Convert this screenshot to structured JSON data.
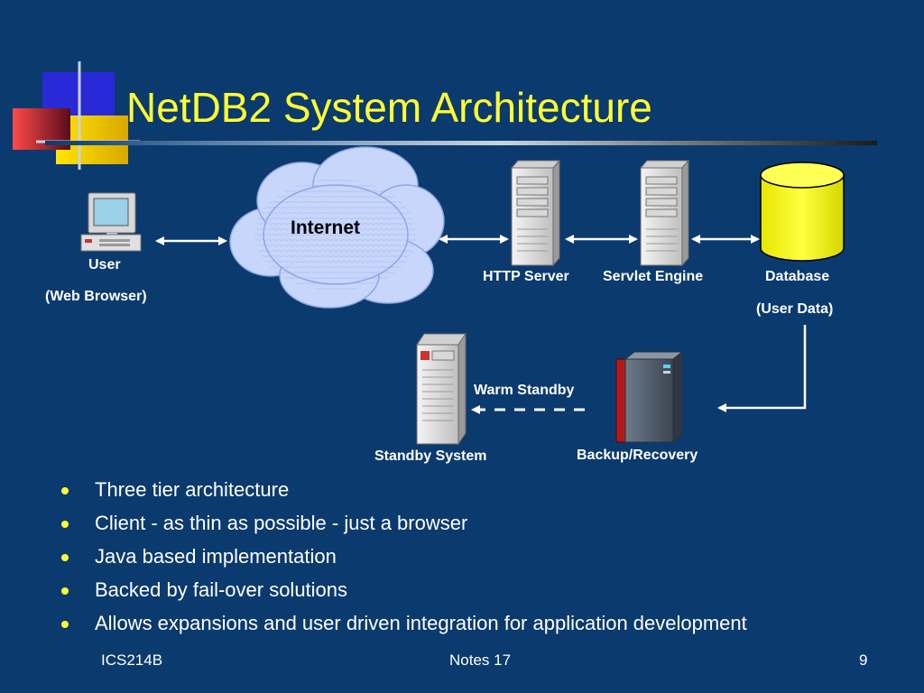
{
  "slide": {
    "title": "NetDB2 System Architecture",
    "colors": {
      "background": "#0b3a6e",
      "title": "#ffff33",
      "text": "#ffffff",
      "bullet": "#ffff33",
      "database": "#ffff00"
    }
  },
  "diagram": {
    "nodes": {
      "user": {
        "label_line1": "User",
        "label_line2": "(Web Browser)",
        "icon": "desktop-computer-icon"
      },
      "internet": {
        "label": "Internet",
        "icon": "cloud-icon"
      },
      "http_server": {
        "label": "HTTP Server",
        "icon": "tower-server-icon"
      },
      "servlet_engine": {
        "label": "Servlet Engine",
        "icon": "tower-server-icon"
      },
      "database": {
        "label_line1": "Database",
        "label_line2": "(User Data)",
        "icon": "database-cylinder-icon"
      },
      "standby_system": {
        "label": "Standby System",
        "icon": "tower-server-icon"
      },
      "backup_recovery": {
        "label": "Backup/Recovery",
        "icon": "mainframe-icon"
      }
    },
    "connections": {
      "warm_standby_label": "Warm Standby"
    }
  },
  "bullets": [
    "Three tier architecture",
    "Client - as thin as possible - just a browser",
    "Java based implementation",
    "Backed by fail-over solutions",
    "Allows expansions and user driven integration for application development"
  ],
  "footer": {
    "left": "ICS214B",
    "center": "Notes 17",
    "page_number": "9"
  }
}
